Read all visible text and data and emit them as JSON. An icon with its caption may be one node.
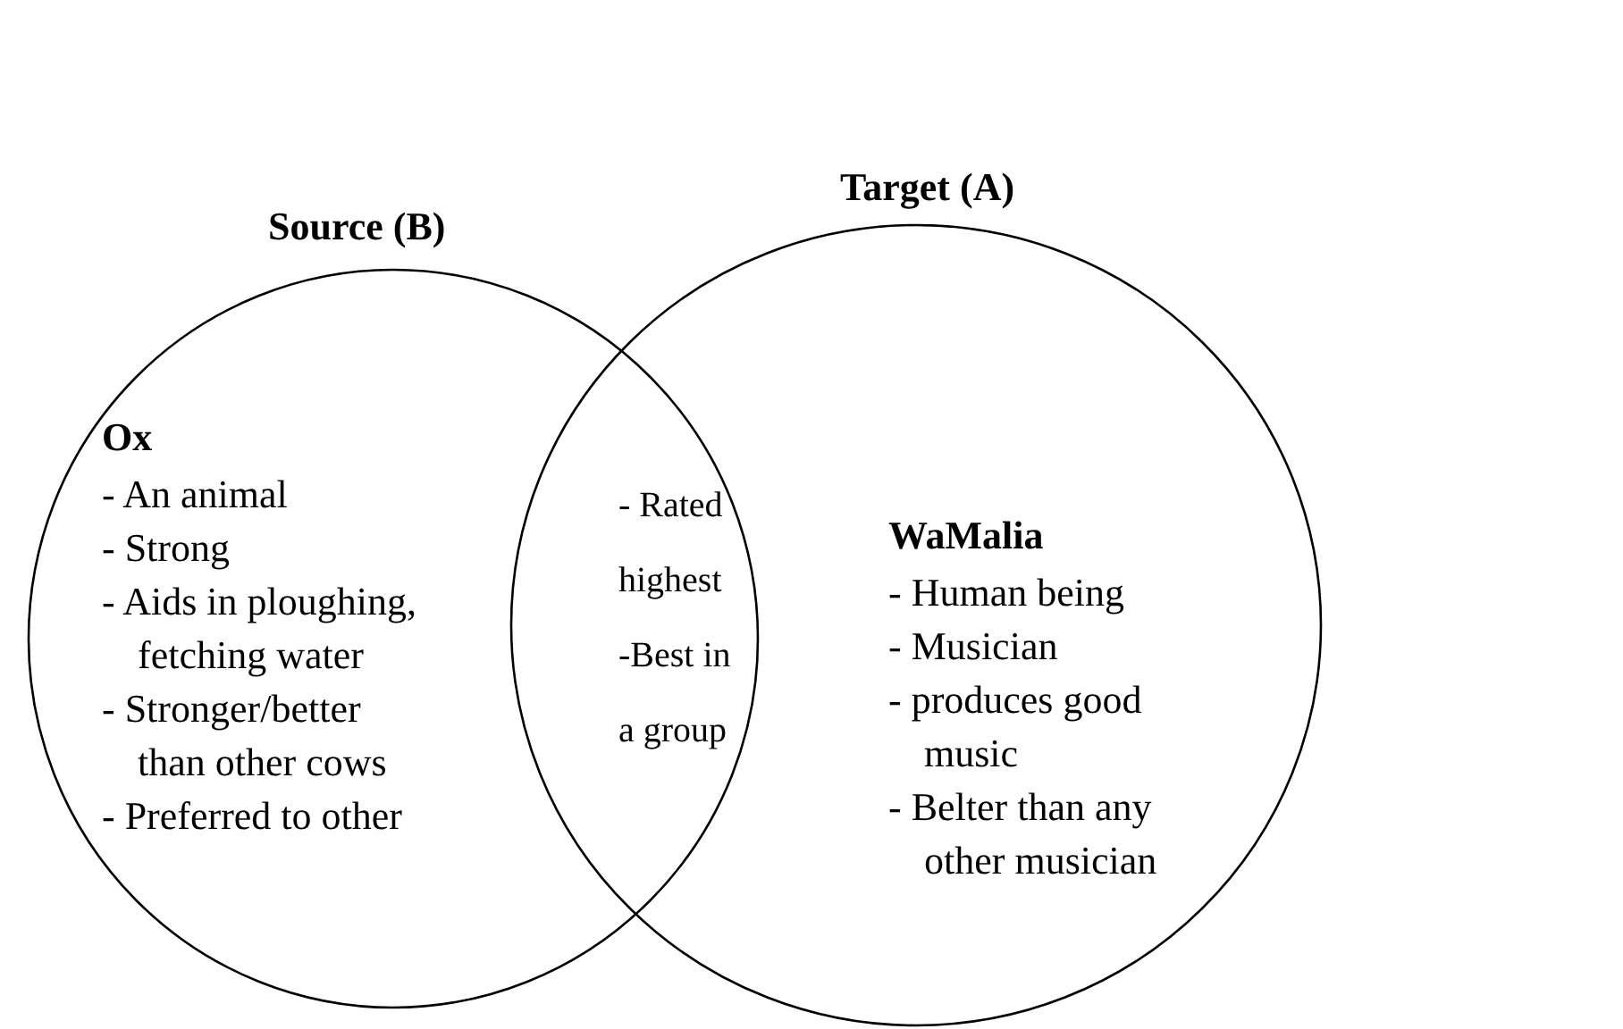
{
  "diagram": {
    "nodes": [
      {
        "text": [
          "Source (B)",
          "Ox",
          "- An animal",
          "- Strong",
          "- Aids in ploughing, fetching water",
          "- Stronger/better than other cows",
          "- Preferred to other"
        ]
      },
      {
        "text": [
          "Target (A)",
          "WaMalia",
          "- Human being",
          "- Musician",
          "- produces good music",
          "- Belter than any other musician"
        ]
      },
      {
        "text": [
          "- Rated highest",
          "-Best in a group"
        ]
      }
    ]
  }
}
